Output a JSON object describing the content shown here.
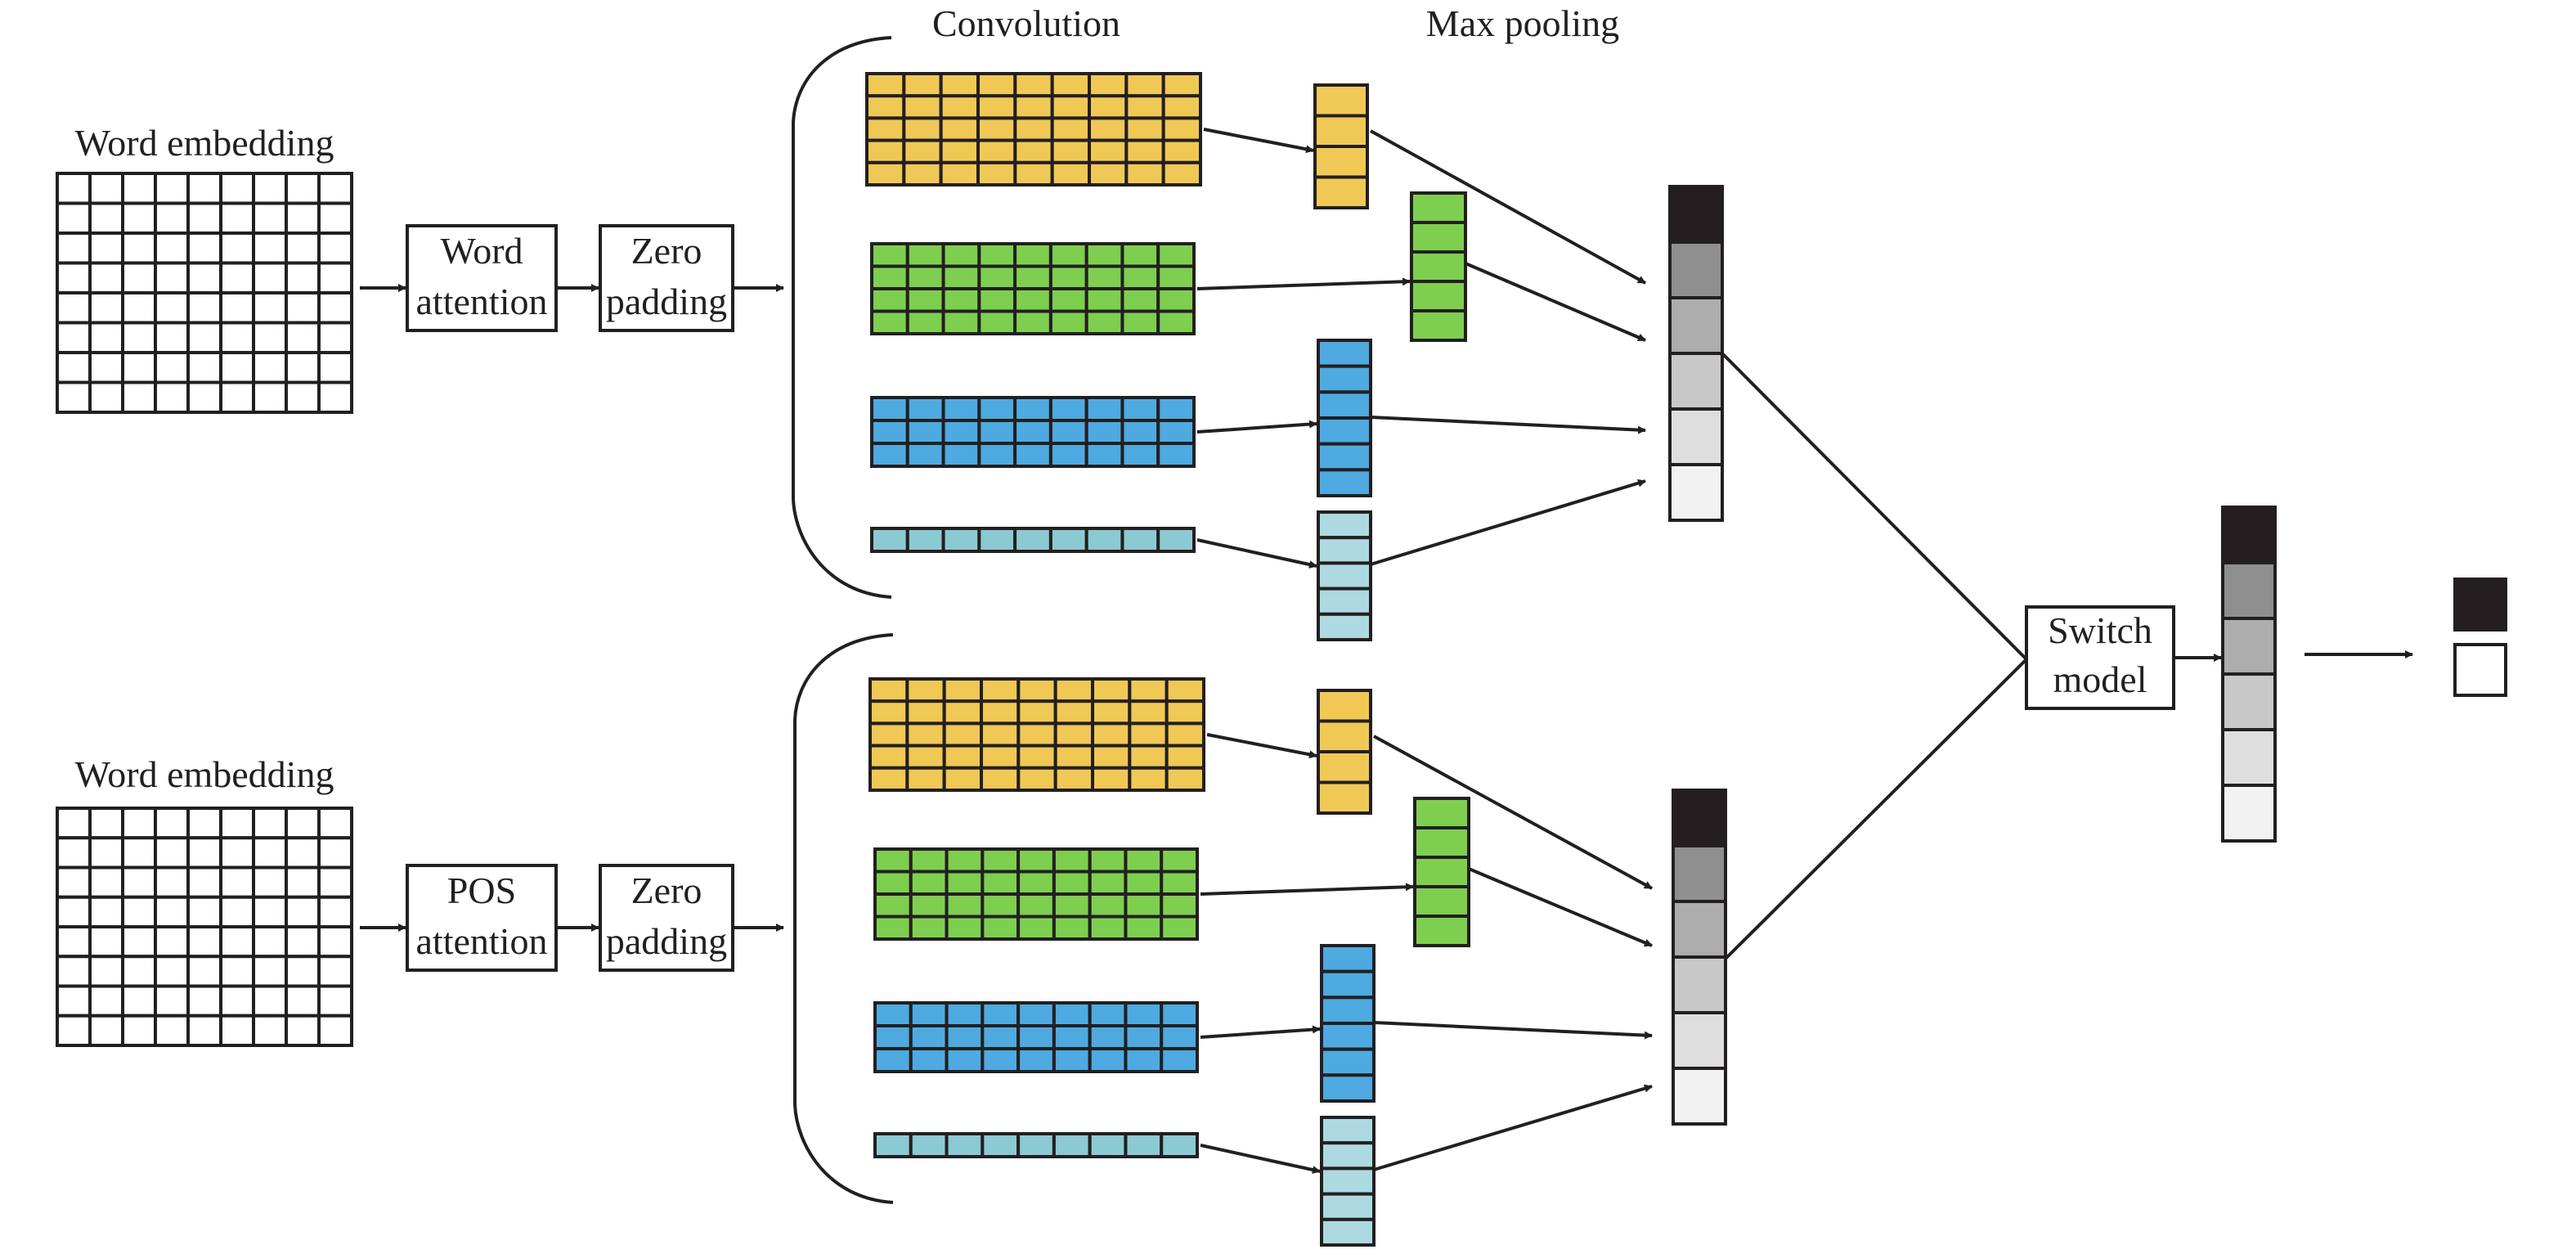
{
  "labels": {
    "word_embedding_top": "Word embedding",
    "word_embedding_bottom": "Word embedding",
    "word_attention": [
      "Word",
      "attention"
    ],
    "pos_attention": [
      "POS",
      "attention"
    ],
    "zero_padding": [
      "Zero",
      "padding"
    ],
    "convolution": "Convolution",
    "max_pooling": "Max pooling",
    "switch_model": [
      "Switch",
      "model"
    ]
  },
  "embedding_grid": {
    "rows": 8,
    "cols": 9
  },
  "conv_branches": [
    {
      "name": "yellow",
      "rows": 5,
      "cols": 9,
      "pool_cells": 4,
      "conv_color": "#f0c855",
      "pool_color": "#f0c855"
    },
    {
      "name": "green",
      "rows": 4,
      "cols": 9,
      "pool_cells": 5,
      "conv_color": "#7ecf4f",
      "pool_color": "#7ecf4f"
    },
    {
      "name": "blue",
      "rows": 3,
      "cols": 9,
      "pool_cells": 6,
      "conv_color": "#4eaae0",
      "pool_color": "#4eaae0"
    },
    {
      "name": "light-blue",
      "rows": 1,
      "cols": 9,
      "pool_cells": 5,
      "conv_color": "#8ccad3",
      "pool_color": "#acdae0"
    }
  ],
  "feature_vector_shades": [
    "#231f20",
    "#8f8f8f",
    "#adadad",
    "#c8c8c8",
    "#dedede",
    "#f2f2f2"
  ],
  "output_classes": [
    "#231f20",
    "#ffffff"
  ],
  "colors": {
    "ink": "#231f20",
    "background": "#ffffff"
  }
}
